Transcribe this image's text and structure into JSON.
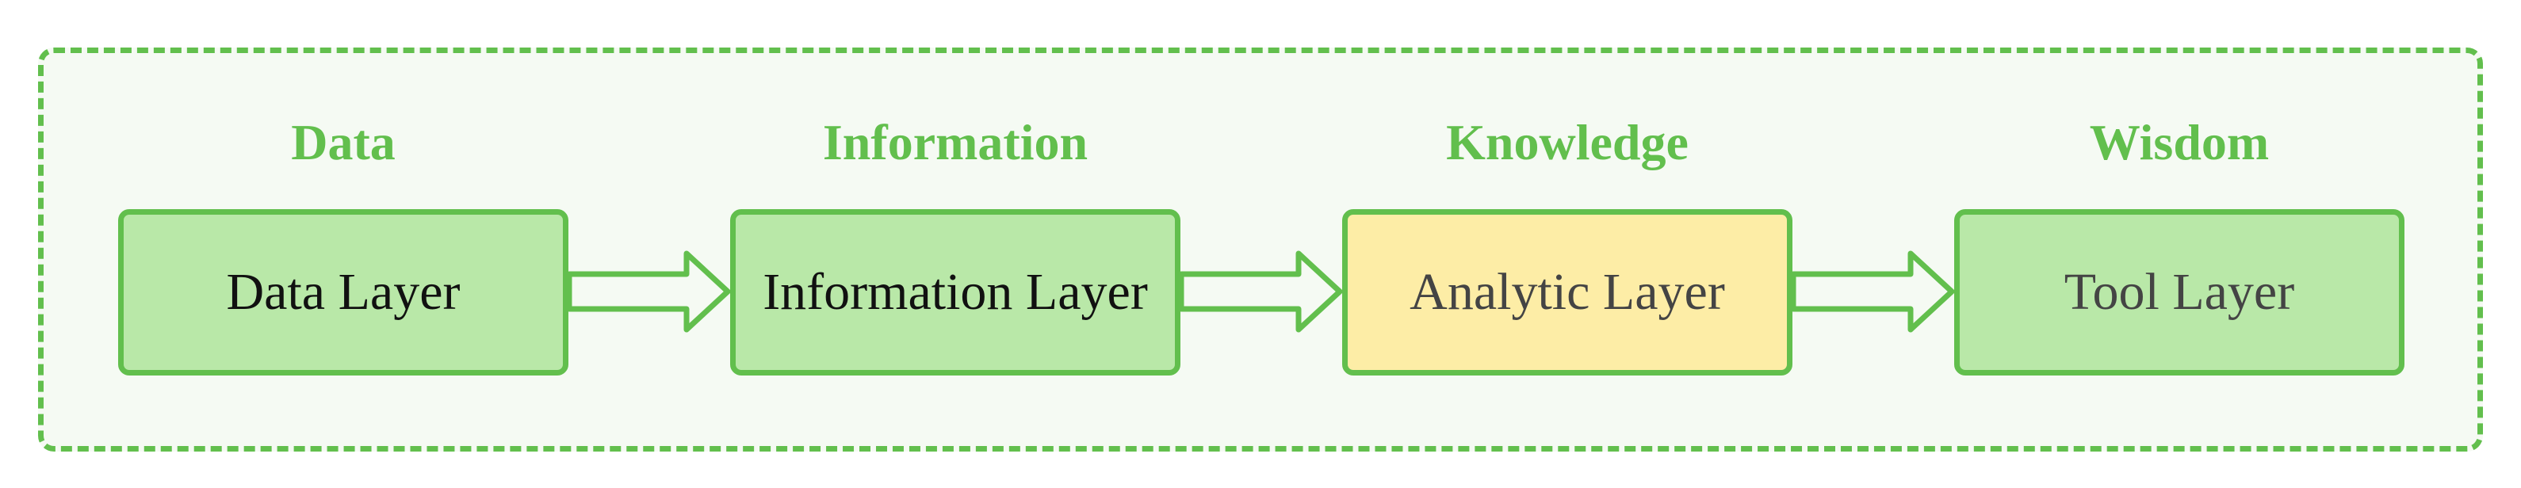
{
  "diagram": {
    "stages": [
      {
        "title": "Data",
        "layer": "Data Layer",
        "highlighted": false
      },
      {
        "title": "Information",
        "layer": "Information Layer",
        "highlighted": false
      },
      {
        "title": "Knowledge",
        "layer": "Analytic Layer",
        "highlighted": true
      },
      {
        "title": "Wisdom",
        "layer": "Tool Layer",
        "highlighted": false
      }
    ],
    "colors": {
      "accent_green": "#62bf4d",
      "box_fill_green": "#b9e8a8",
      "box_fill_highlight": "#fdeda6",
      "frame_fill": "#f5faf3"
    }
  }
}
